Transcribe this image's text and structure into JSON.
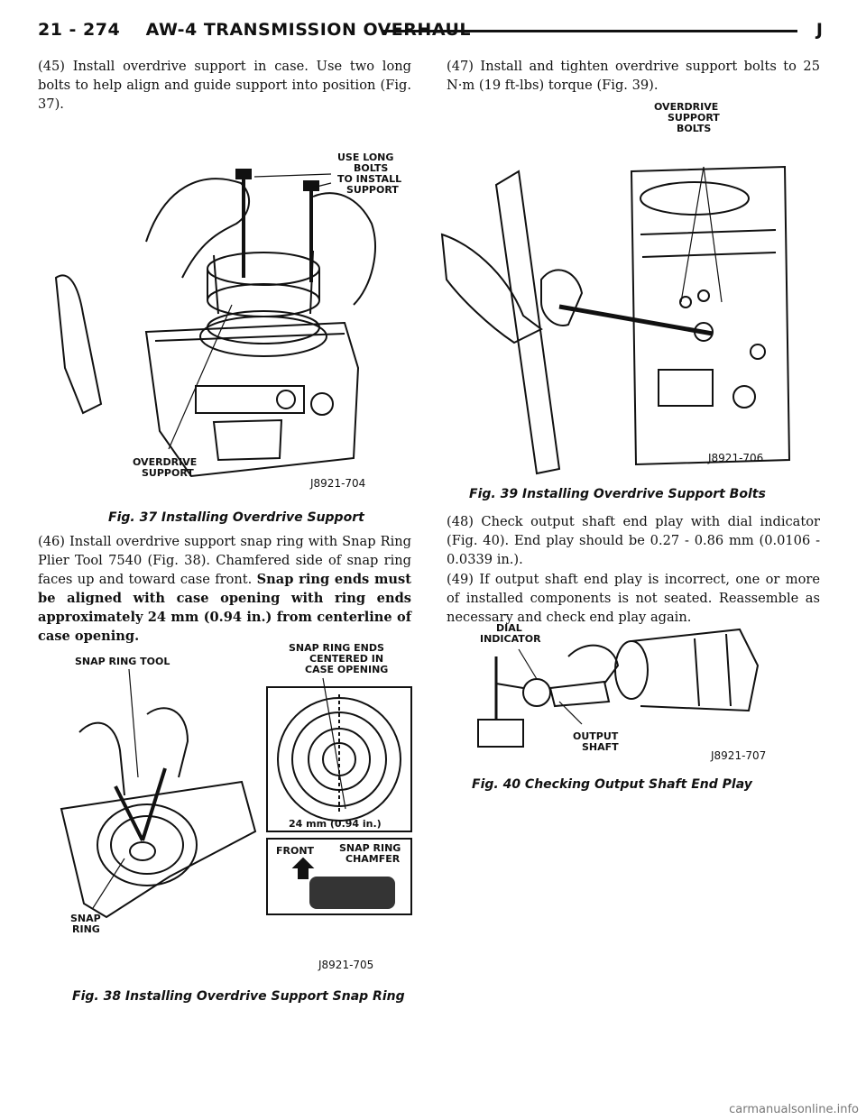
{
  "header": {
    "title": "21 - 274    AW-4 TRANSMISSION OVERHAUL",
    "right": "J"
  },
  "left": {
    "p45": "(45) Install overdrive support in case. Use two long bolts to help align and guide support into position (Fig. 37).",
    "fig37": {
      "label_top": [
        "USE LONG",
        "BOLTS",
        "TO INSTALL",
        "SUPPORT"
      ],
      "label_bottom": [
        "OVERDRIVE",
        "SUPPORT"
      ],
      "id": "J8921-704",
      "caption": "Fig. 37 Installing Overdrive Support"
    },
    "p46_plain": "(46) Install overdrive support snap ring with Snap Ring Plier Tool 7540 (Fig. 38). Chamfered side of snap ring faces up and toward case front. ",
    "p46_bold": "Snap ring ends must be aligned with case opening with ring ends approximately 24 mm (0.94 in.) from centerline of case opening.",
    "fig38": {
      "label_tool": "SNAP RING TOOL",
      "label_ends": [
        "SNAP RING ENDS",
        "CENTERED IN",
        "CASE OPENING"
      ],
      "label_measure": "24 mm (0.94 in.)",
      "label_front": "FRONT",
      "label_chamfer": [
        "SNAP RING",
        "CHAMFER"
      ],
      "label_snap": [
        "SNAP",
        "RING"
      ],
      "id": "J8921-705",
      "caption": "Fig. 38 Installing Overdrive Support Snap Ring"
    }
  },
  "right": {
    "p47": "(47) Install and tighten overdrive support bolts to 25 N·m (19 ft-lbs) torque (Fig. 39).",
    "fig39": {
      "label": [
        "OVERDRIVE",
        "SUPPORT",
        "BOLTS"
      ],
      "id": "J8921-706",
      "caption": "Fig. 39 Installing Overdrive Support Bolts"
    },
    "p48": "(48) Check output shaft end play with dial indicator (Fig. 40). End play should be 0.27 - 0.86 mm (0.0106 - 0.0339 in.).",
    "p49": "(49) If output shaft end play is incorrect, one or more of installed components is not seated. Reassemble as necessary and check end play again.",
    "fig40": {
      "label_dial": [
        "DIAL",
        "INDICATOR"
      ],
      "label_shaft": [
        "OUTPUT",
        "SHAFT"
      ],
      "id": "J8921-707",
      "caption": "Fig. 40 Checking Output Shaft End Play"
    }
  },
  "watermark": "carmanualsonline.info"
}
